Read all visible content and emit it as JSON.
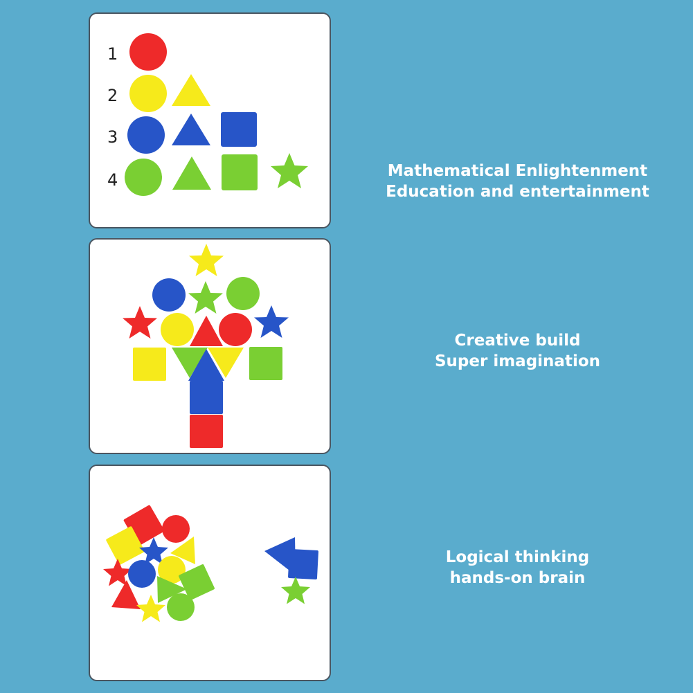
{
  "colors": {
    "background": "#5aaccd",
    "red": "#ee2a2a",
    "yellow": "#f6ea1b",
    "blue": "#2755c8",
    "green": "#7acf33"
  },
  "panel_1": {
    "rows": [
      {
        "number": "1",
        "shapes": [
          "circle-icon"
        ]
      },
      {
        "number": "2",
        "shapes": [
          "circle-icon",
          "triangle-icon"
        ]
      },
      {
        "number": "3",
        "shapes": [
          "circle-icon",
          "triangle-icon",
          "square-icon"
        ]
      },
      {
        "number": "4",
        "shapes": [
          "circle-icon",
          "triangle-icon",
          "square-icon",
          "star-icon"
        ]
      }
    ]
  },
  "captions": [
    {
      "line1": "Mathematical Enlightenment",
      "line2": "Education and entertainment"
    },
    {
      "line1": "Creative build",
      "line2": "Super imagination"
    },
    {
      "line1": "Logical thinking",
      "line2": "hands-on brain"
    }
  ]
}
